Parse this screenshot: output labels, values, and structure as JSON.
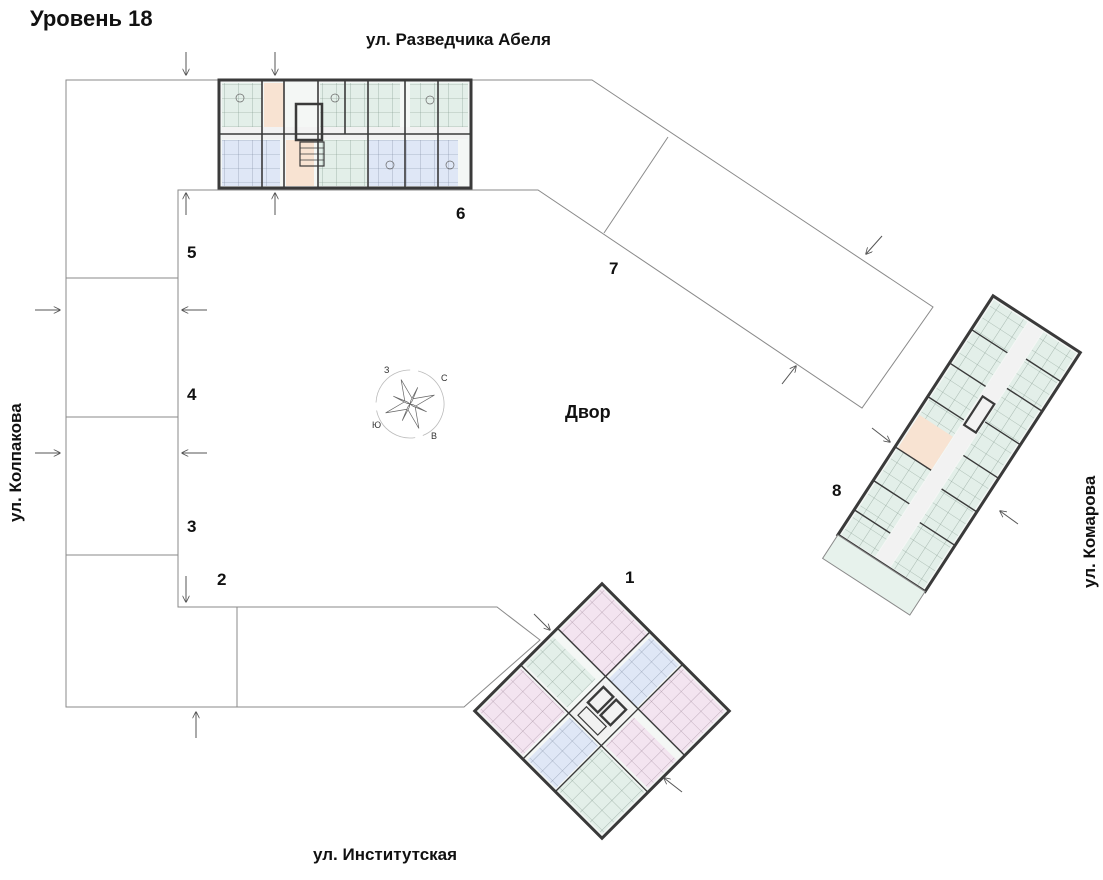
{
  "title": "Уровень 18",
  "streets": {
    "top": "ул. Разведчика Абеля",
    "bottom": "ул. Институтская",
    "left": "ул. Колпакова",
    "right": "ул. Комарова"
  },
  "yard_label": "Двор",
  "sections": [
    "1",
    "2",
    "3",
    "4",
    "5",
    "6",
    "7",
    "8"
  ],
  "compass": {
    "north": "С",
    "east": "В",
    "south": "Ю",
    "west": "З"
  },
  "colors": {
    "outline": "#8a8a8a",
    "wall": "#3a3a3a",
    "apt_blue": "#dfe7f6",
    "apt_green": "#e3efe9",
    "apt_pink": "#f3e4f0",
    "apt_orange": "#f8e3d2",
    "terrace": "#e7f2ec"
  }
}
